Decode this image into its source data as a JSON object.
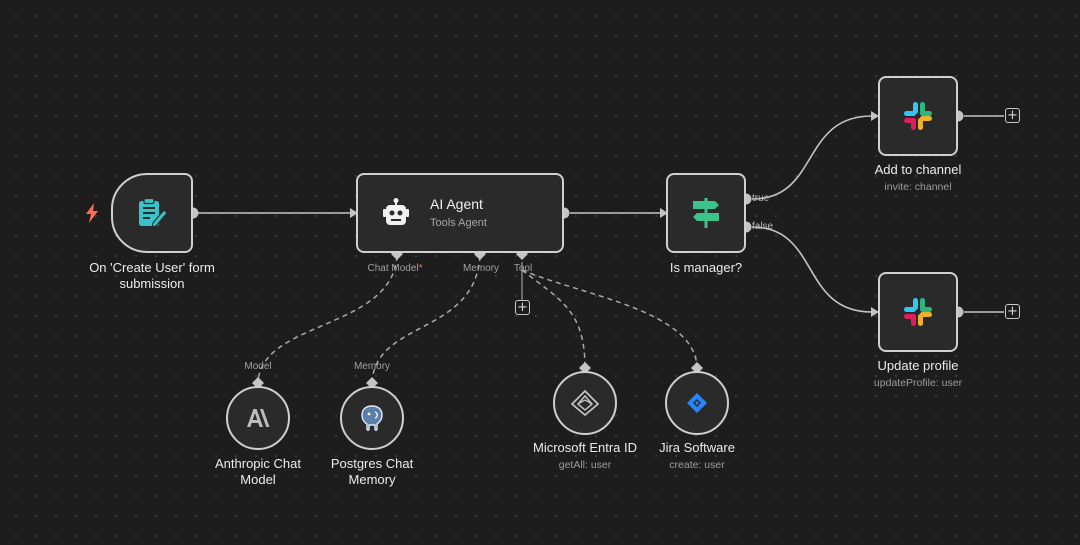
{
  "nodes": {
    "trigger": {
      "title_line1": "On 'Create User' form",
      "title_line2": "submission"
    },
    "agent": {
      "title": "AI Agent",
      "subtitle": "Tools Agent",
      "ports": {
        "chat_model": "Chat Model",
        "required_mark": "*",
        "memory": "Memory",
        "tool": "Tool"
      }
    },
    "if_node": {
      "title": "Is manager?",
      "true_label": "true",
      "false_label": "false"
    },
    "slack_add": {
      "title": "Add to channel",
      "subtitle": "invite: channel"
    },
    "slack_update": {
      "title": "Update profile",
      "subtitle": "updateProfile: user"
    },
    "anthropic": {
      "title_line1": "Anthropic Chat",
      "title_line2": "Model",
      "port_label": "Model"
    },
    "postgres": {
      "title_line1": "Postgres Chat",
      "title_line2": "Memory",
      "port_label": "Memory"
    },
    "entra": {
      "title": "Microsoft Entra ID",
      "subtitle": "getAll: user"
    },
    "jira": {
      "title": "Jira Software",
      "subtitle": "create: user"
    }
  },
  "icons": {
    "trigger": "form-icon",
    "trigger_bolt": "lightning-bolt-icon",
    "agent": "robot-icon",
    "if": "signpost-icon",
    "slack": "slack-icon",
    "anthropic": "anthropic-icon",
    "postgres": "postgres-elephant-icon",
    "entra": "microsoft-entra-icon",
    "jira": "jira-icon",
    "add": "plus-icon"
  },
  "colors": {
    "canvas": "#1d1d1d",
    "node_fill": "#2a2a2a",
    "node_border": "#cfcfcf",
    "form_icon": "#39c3c8",
    "if_icon": "#3ec28c",
    "bolt": "#ff6d5a",
    "required": "#ff6d5a",
    "jira_blue": "#2684ff",
    "edge": "#c4c4c4"
  }
}
